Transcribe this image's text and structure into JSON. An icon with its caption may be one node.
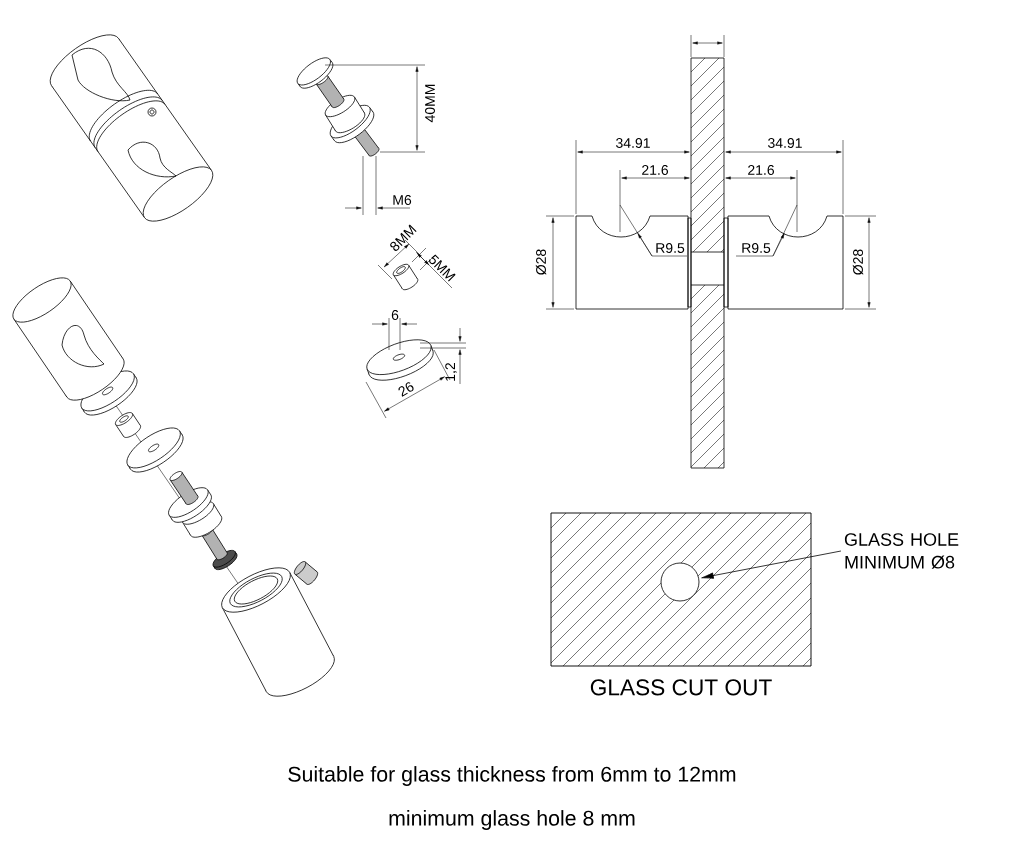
{
  "diagram": {
    "nodes": [
      {
        "text": [
          "GLASS CUT OUT"
        ]
      },
      {
        "text": [],
        "shape": "circle",
        "in": 0
      },
      {
        "text": [
          "GLASS HOLE MINIMUM Ø8"
        ]
      }
    ],
    "edges": [
      {
        "from": 2,
        "to": 1,
        "arrow": "to"
      }
    ],
    "labels": [
      "40MM",
      "34.91",
      "34.91",
      "21.6",
      "21.6",
      "M6",
      "8MM",
      "5MM",
      "Ø28",
      "R9.5",
      "R9.5",
      "Ø28",
      "6",
      "1,2",
      "26",
      "Suitable for glass thickness from 6mm to 12mm",
      "minimum glass hole 8 mm"
    ]
  }
}
